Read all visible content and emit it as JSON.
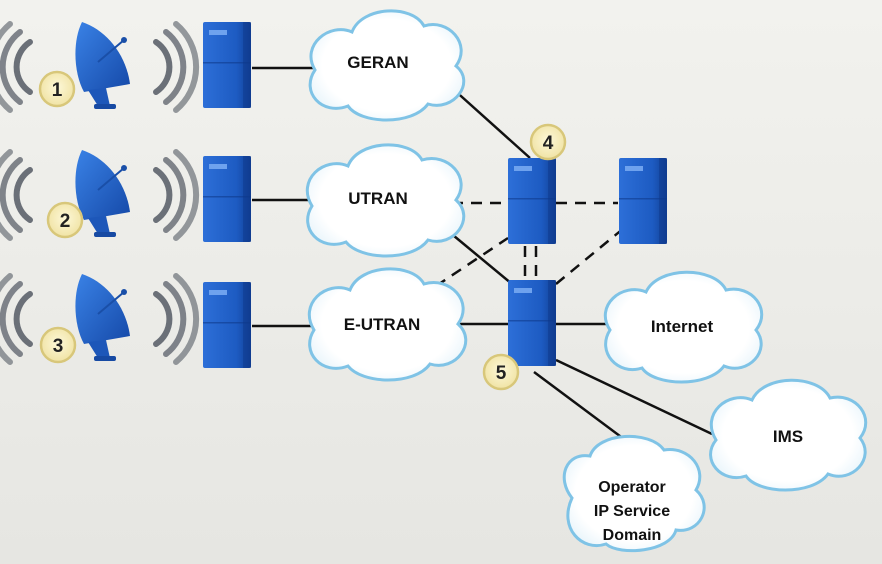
{
  "clouds": {
    "geran": "GERAN",
    "utran": "UTRAN",
    "eutran": "E-UTRAN",
    "internet": "Internet",
    "ims": "IMS",
    "operator_line1": "Operator",
    "operator_line2": "IP Service",
    "operator_line3": "Domain"
  },
  "badges": {
    "one": "1",
    "two": "2",
    "three": "3",
    "four": "4",
    "five": "5"
  },
  "colors": {
    "server": "#1f5fc8",
    "dish": "#1f5fc8",
    "cloud_outline": "#7fc3e6",
    "badge_fill": "#f6eec0",
    "badge_ring": "#d8c77a",
    "wave": "#6b7078"
  }
}
